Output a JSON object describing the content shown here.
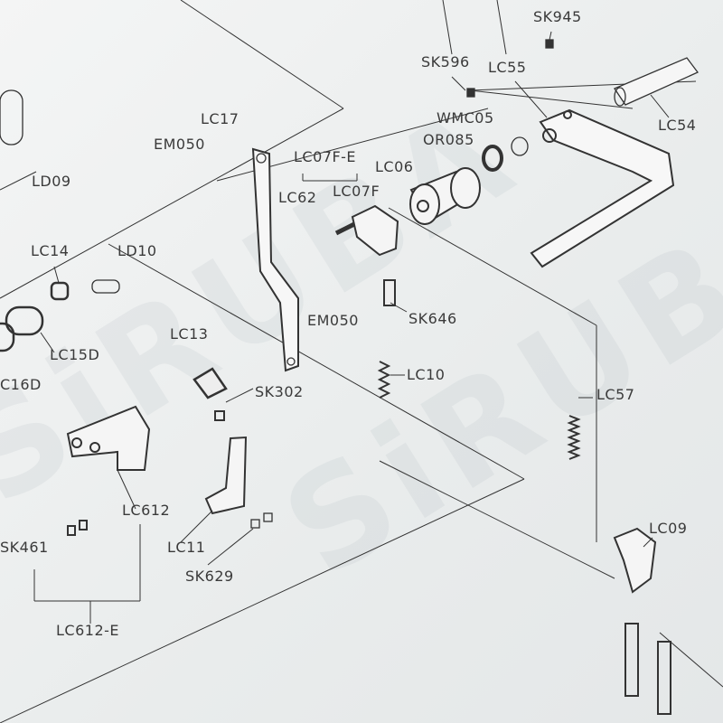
{
  "watermark": "SiRUBA",
  "labels": [
    "SK945",
    "SK596",
    "LC55",
    "LC54",
    "WMC05",
    "OR085",
    "LC17",
    "EM050",
    "LC07F-E",
    "LC06",
    "LD09",
    "LC62",
    "LC07F",
    "LC14",
    "LD10",
    "SK646",
    "EM050",
    "LC15D",
    "C16D",
    "LC13",
    "SK302",
    "LC10",
    "LC57",
    "LC612",
    "LC11",
    "SK629",
    "SK461",
    "LC612-E",
    "LC09"
  ]
}
